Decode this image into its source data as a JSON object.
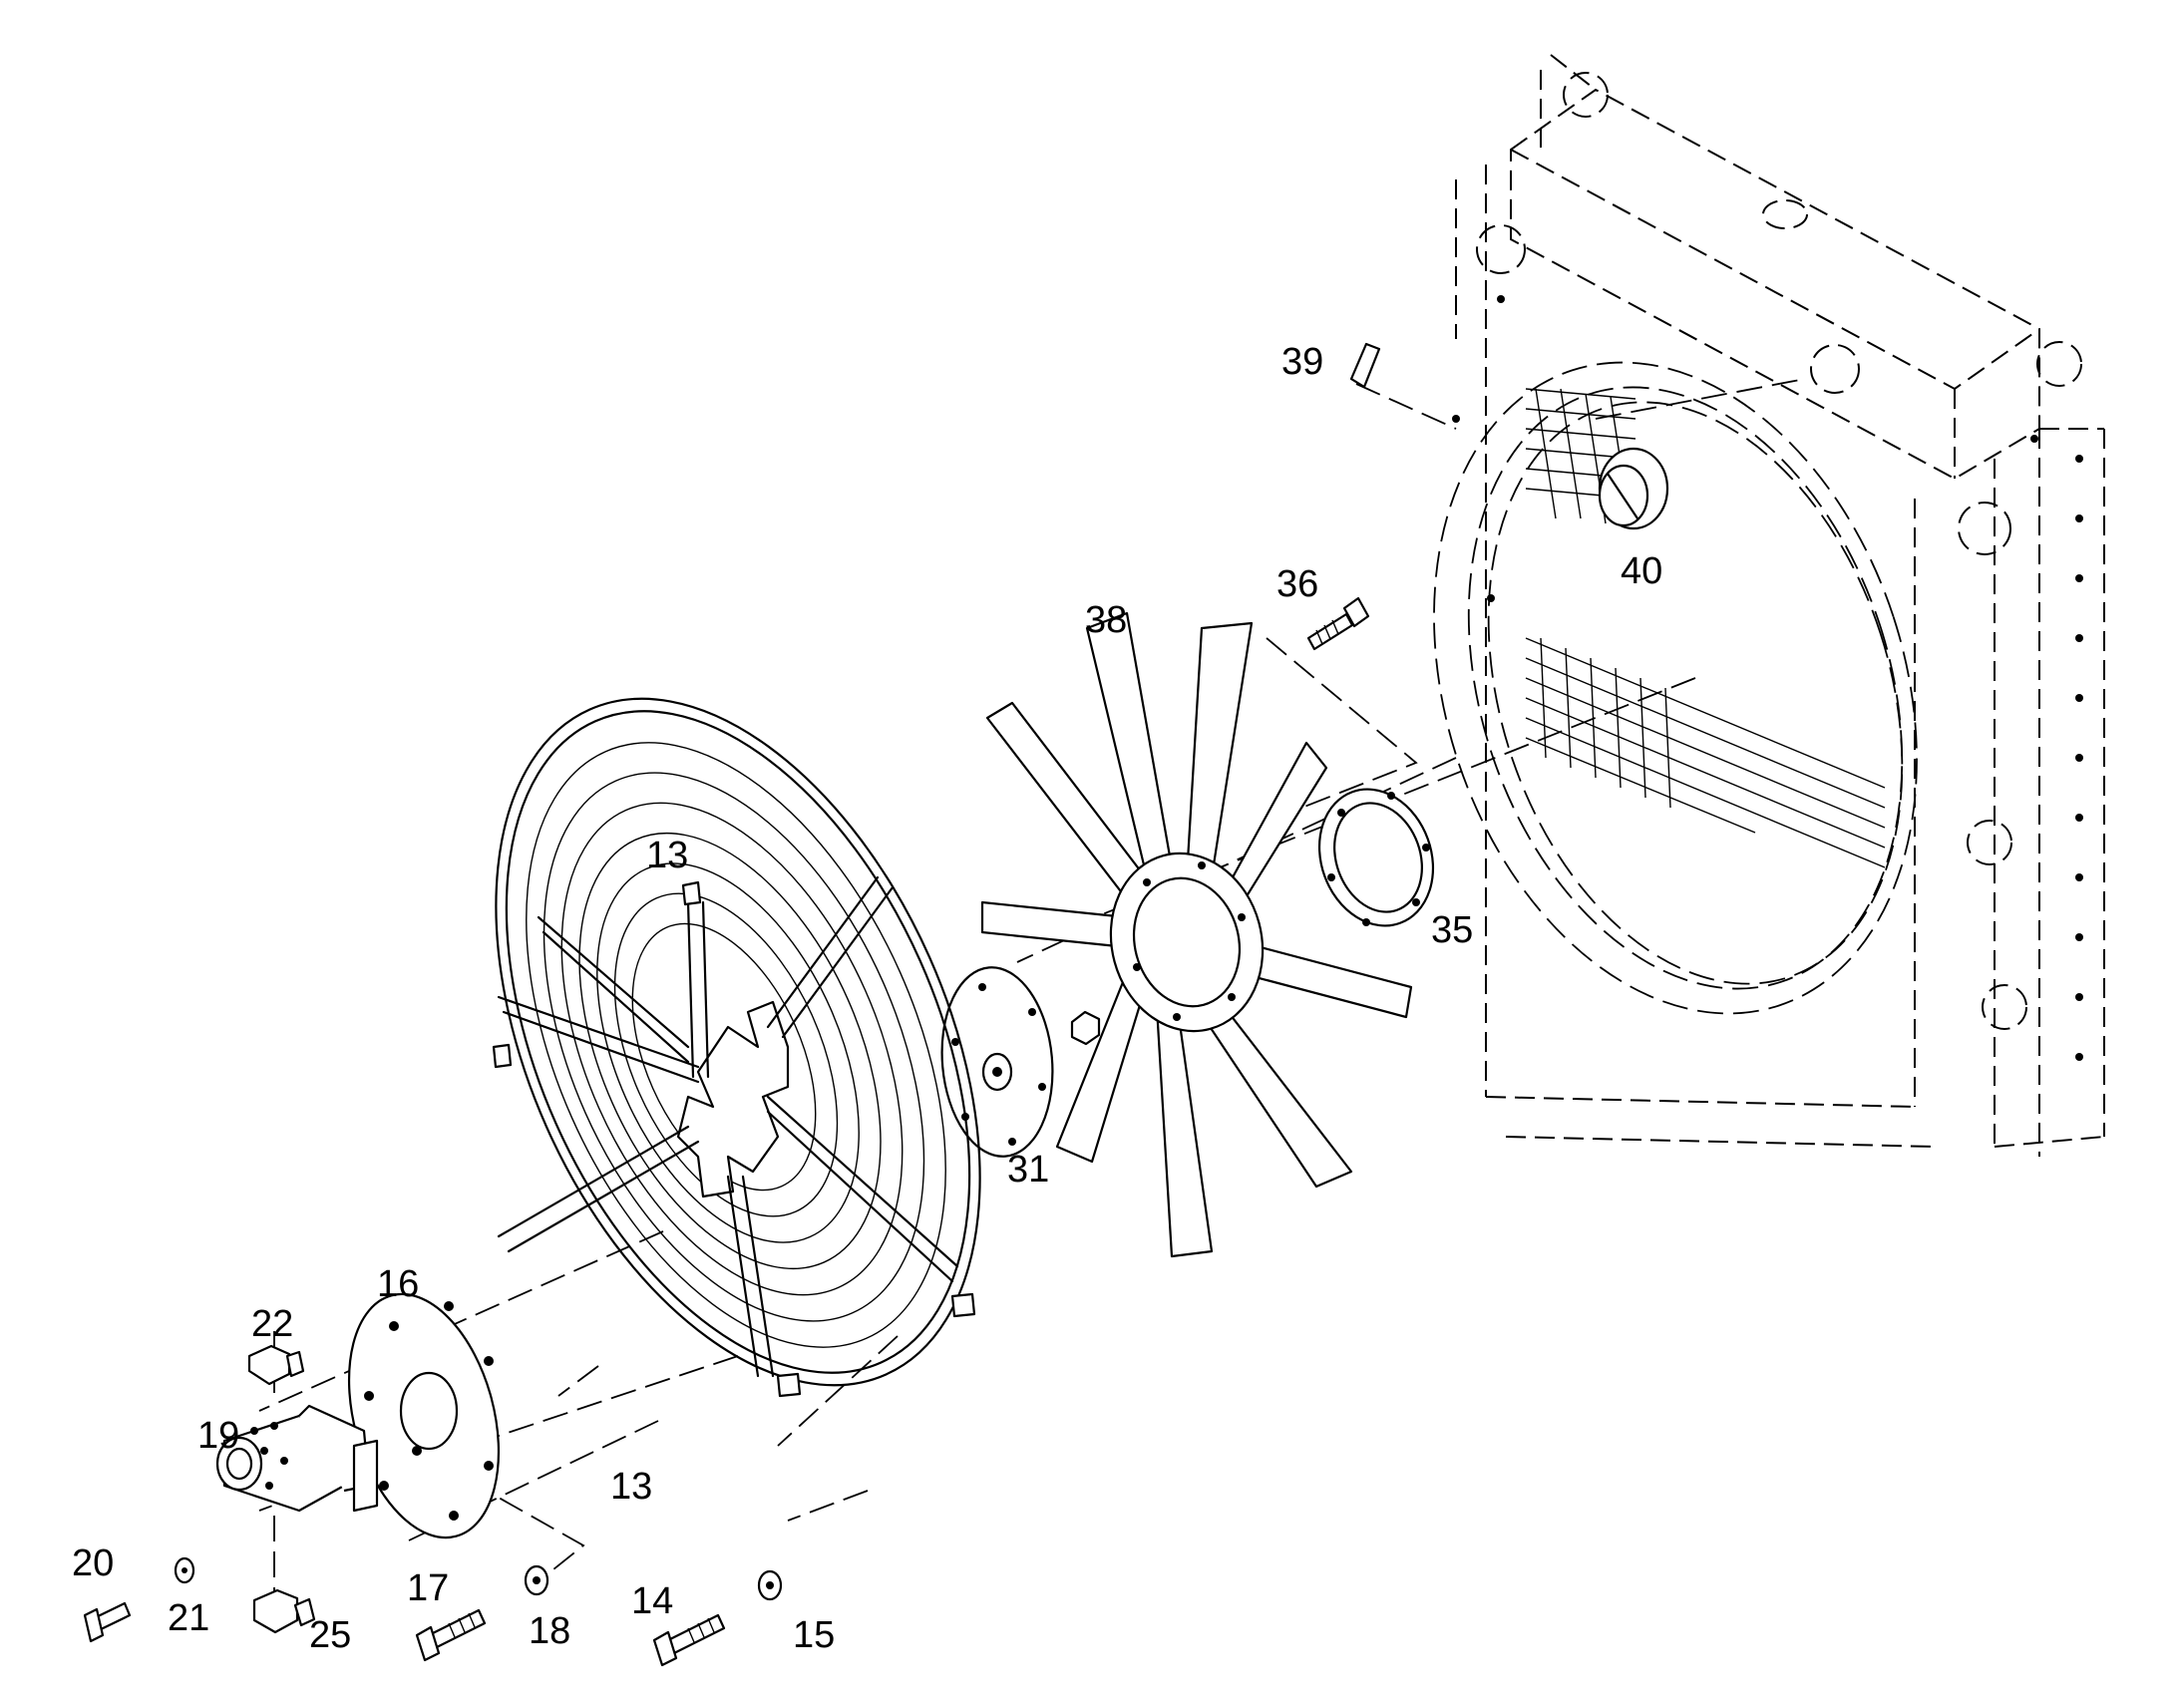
{
  "callouts": [
    {
      "id": "c13a",
      "text": "13"
    },
    {
      "id": "c13b",
      "text": "13"
    },
    {
      "id": "c14",
      "text": "14"
    },
    {
      "id": "c15",
      "text": "15"
    },
    {
      "id": "c16",
      "text": "16"
    },
    {
      "id": "c17",
      "text": "17"
    },
    {
      "id": "c18",
      "text": "18"
    },
    {
      "id": "c19",
      "text": "19"
    },
    {
      "id": "c20",
      "text": "20"
    },
    {
      "id": "c21",
      "text": "21"
    },
    {
      "id": "c22",
      "text": "22"
    },
    {
      "id": "c25",
      "text": "25"
    },
    {
      "id": "c31",
      "text": "31"
    },
    {
      "id": "c35",
      "text": "35"
    },
    {
      "id": "c36",
      "text": "36"
    },
    {
      "id": "c38",
      "text": "38"
    },
    {
      "id": "c39",
      "text": "39"
    },
    {
      "id": "c40",
      "text": "40"
    }
  ]
}
